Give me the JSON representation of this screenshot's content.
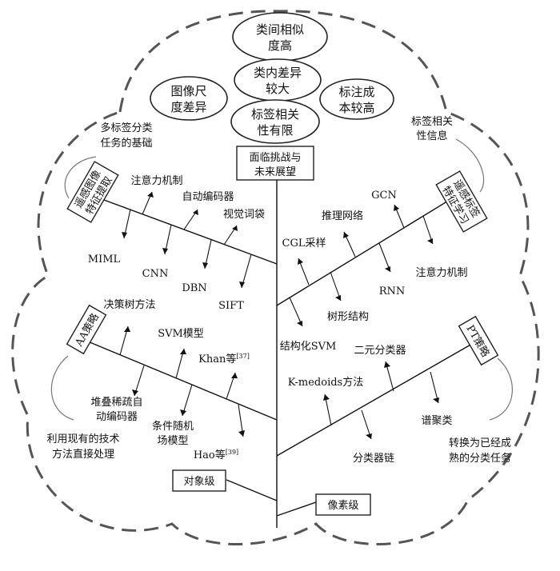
{
  "top_challenges": {
    "c1": [
      "类间相似",
      "度高"
    ],
    "c2": [
      "类内差异",
      "较大"
    ],
    "c3": [
      "标签相关",
      "性有限"
    ],
    "c4": [
      "图像尺",
      "度差异"
    ],
    "c5": [
      "标注成",
      "本较高"
    ]
  },
  "center_box": [
    "面临挑战与",
    "未来展望"
  ],
  "left_upper": {
    "box": [
      "遥感图像",
      "特征提取"
    ],
    "note": [
      "多标签分类",
      "任务的基础"
    ],
    "items": [
      "注意力机制",
      "自动编码器",
      "视觉词袋",
      "MIML",
      "CNN",
      "DBN",
      "SIFT"
    ]
  },
  "right_upper": {
    "box": [
      "遥感标签",
      "特征学习"
    ],
    "note": [
      "标签相关",
      "性信息"
    ],
    "items": [
      "GCN",
      "推理网络",
      "CGL采样",
      "RNN",
      "注意力机制",
      "树形结构",
      "结构化SVM"
    ]
  },
  "left_lower": {
    "box": "AA策略",
    "note": [
      "利用现有的技术",
      "方法直接处理"
    ],
    "items": [
      "决策树方法",
      "SVM模型",
      "堆叠稀疏自",
      "动编码器",
      "条件随机",
      "场模型"
    ],
    "khan": {
      "name": "Khan等",
      "ref": "[37]"
    },
    "hao": {
      "name": "Hao等",
      "ref": "[39]"
    }
  },
  "right_lower": {
    "box": "PT策略",
    "note": [
      "转换为已经成",
      "熟的分类任务"
    ],
    "items": [
      "二元分类器",
      "K-medoids方法",
      "谱聚类",
      "分类器链"
    ]
  },
  "levels": {
    "object": "对象级",
    "pixel": "像素级"
  }
}
